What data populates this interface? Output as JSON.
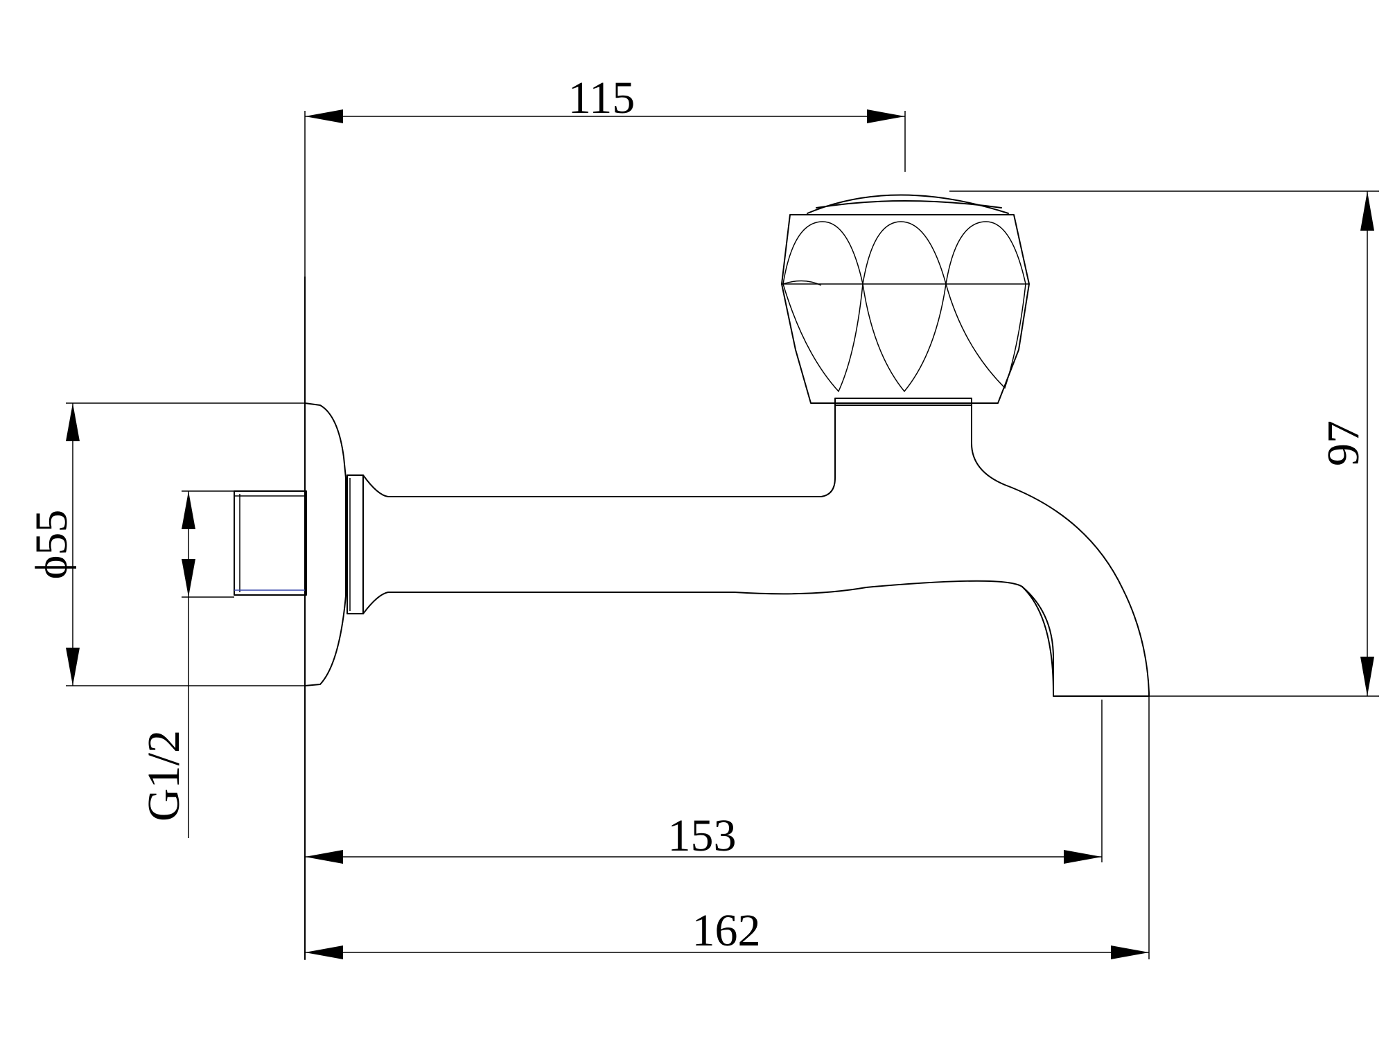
{
  "dimensions": {
    "top_width": "115",
    "height": "97",
    "flange_diameter": "ϕ55",
    "thread": "G1/2",
    "spout_reach": "153",
    "overall_length": "162"
  }
}
